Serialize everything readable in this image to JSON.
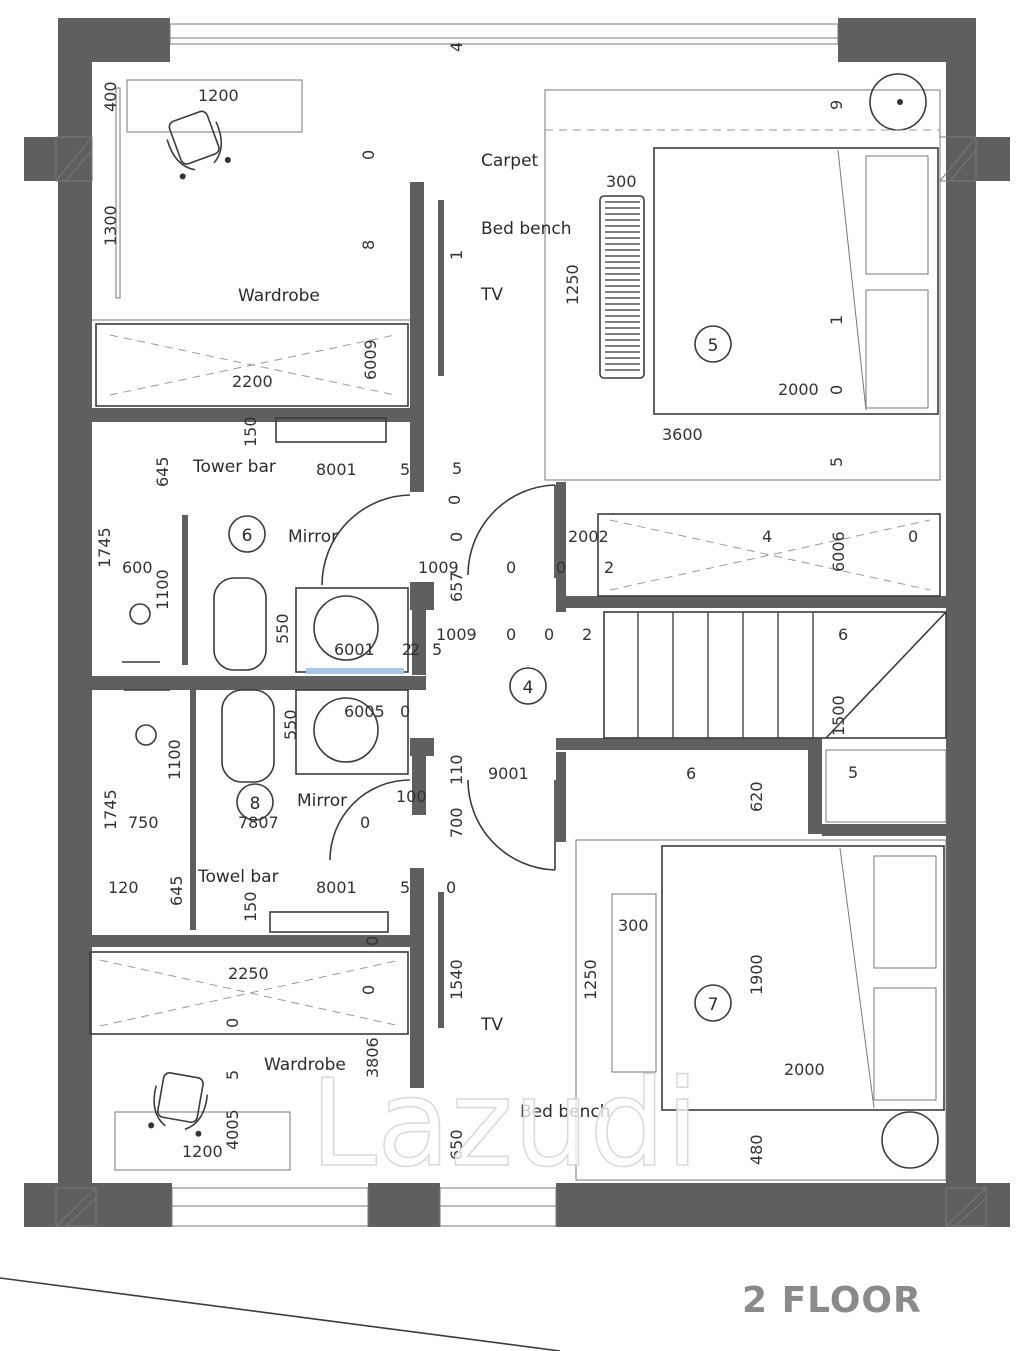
{
  "floor_title": "2 FLOOR",
  "watermark": "Lazudi",
  "rooms": [
    {
      "id": "room-4",
      "number": "4"
    },
    {
      "id": "room-5",
      "number": "5"
    },
    {
      "id": "room-6",
      "number": "6"
    },
    {
      "id": "room-7",
      "number": "7"
    },
    {
      "id": "room-8",
      "number": "8"
    }
  ],
  "labels": {
    "carpet": "Carpet",
    "bed_bench_top": "Bed bench",
    "bed_bench_bottom": "Bed bench",
    "tv_top": "TV",
    "tv_bottom": "TV",
    "wardrobe_top": "Wardrobe",
    "wardrobe_bottom": "Wardrobe",
    "tower_bar": "Tower bar",
    "towel_bar": "Towel bar",
    "mirror_top": "Mirror",
    "mirror_bottom": "Mirror"
  },
  "dimensions": [
    "1200",
    "400",
    "1300",
    "0",
    "8",
    "2200",
    "6009",
    "300",
    "1250",
    "3600",
    "2000",
    "0",
    "1",
    "9",
    "5",
    "150",
    "645",
    "8001",
    "5",
    "1745",
    "600",
    "1100",
    "550",
    "6001",
    "2",
    "5",
    "1009",
    "657",
    "1009",
    "0",
    "0",
    "2",
    "2002",
    "0",
    "0",
    "2",
    "4",
    "6006",
    "0",
    "6",
    "1500",
    "5",
    "6005",
    "0",
    "550",
    "110",
    "9001",
    "6",
    "620",
    "1100",
    "1745",
    "750",
    "7807",
    "100",
    "0",
    "700",
    "120",
    "645",
    "150",
    "8001",
    "5",
    "0",
    "300",
    "1250",
    "1900",
    "2000",
    "2250",
    "0",
    "0",
    "1540",
    "5",
    "3806",
    "1200",
    "4005",
    "650",
    "480",
    "0",
    "2",
    "0",
    "1",
    "0",
    "5",
    "4"
  ]
}
